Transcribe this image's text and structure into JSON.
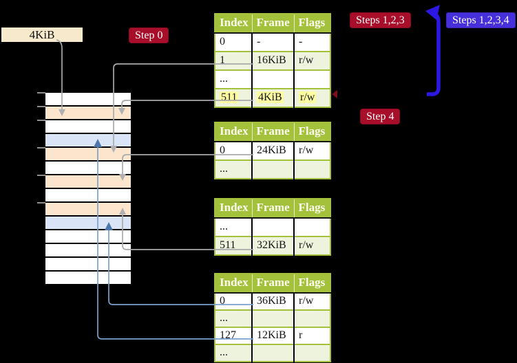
{
  "labels": {
    "page_size": "4KiB",
    "step0": "Step 0",
    "steps123": "Steps 1,2,3",
    "steps1234": "Steps 1,2,3,4",
    "step4": "Step 4"
  },
  "memory": {
    "description": "physical memory frame column, 14 frames top to bottom",
    "rows": [
      "white",
      "peach",
      "white",
      "blue",
      "peach",
      "white",
      "peach",
      "white",
      "peach",
      "blue",
      "white",
      "white",
      "white",
      "white"
    ]
  },
  "tables": [
    {
      "name": "page-table-steps-0",
      "headers": [
        "Index",
        "Frame",
        "Flags"
      ],
      "rows": [
        {
          "cells": [
            "0",
            "-",
            "-"
          ],
          "shade": false,
          "highlight": false
        },
        {
          "cells": [
            "1",
            "16KiB",
            "r/w"
          ],
          "shade": true,
          "highlight": false
        },
        {
          "cells": [
            "...",
            "",
            ""
          ],
          "shade": false,
          "highlight": false
        },
        {
          "cells": [
            "511",
            "4KiB",
            "r/w"
          ],
          "shade": true,
          "highlight": true
        }
      ]
    },
    {
      "name": "page-table-2",
      "headers": [
        "Index",
        "Frame",
        "Flags"
      ],
      "rows": [
        {
          "cells": [
            "0",
            "24KiB",
            "r/w"
          ],
          "shade": false,
          "highlight": false
        },
        {
          "cells": [
            "...",
            "",
            ""
          ],
          "shade": true,
          "highlight": false
        }
      ]
    },
    {
      "name": "page-table-3",
      "headers": [
        "Index",
        "Frame",
        "Flags"
      ],
      "rows": [
        {
          "cells": [
            "...",
            "",
            ""
          ],
          "shade": false,
          "highlight": false
        },
        {
          "cells": [
            "511",
            "32KiB",
            "r/w"
          ],
          "shade": true,
          "highlight": false
        }
      ]
    },
    {
      "name": "page-table-4",
      "headers": [
        "Index",
        "Frame",
        "Flags"
      ],
      "rows": [
        {
          "cells": [
            "0",
            "36KiB",
            "r/w"
          ],
          "shade": false,
          "highlight": false
        },
        {
          "cells": [
            "...",
            "",
            ""
          ],
          "shade": true,
          "highlight": false
        },
        {
          "cells": [
            "127",
            "12KiB",
            "r"
          ],
          "shade": false,
          "highlight": false
        },
        {
          "cells": [
            "...",
            "",
            ""
          ],
          "shade": true,
          "highlight": false
        }
      ]
    }
  ],
  "colors": {
    "table_green": "#a4c13c",
    "row_shade": "#edf3dc",
    "highlight_yellow": "#fdfca1",
    "frame_peach": "#fce5cd",
    "frame_blue": "#d9e4f6",
    "badge_crimson": "#a80e2a",
    "badge_indigo": "#4630dc",
    "big_arrow_blue": "#2c18e2",
    "connector_gray": "#a9a9ab",
    "connector_blue": "#7ba0cd",
    "label_wheat": "#f7e9cc"
  }
}
